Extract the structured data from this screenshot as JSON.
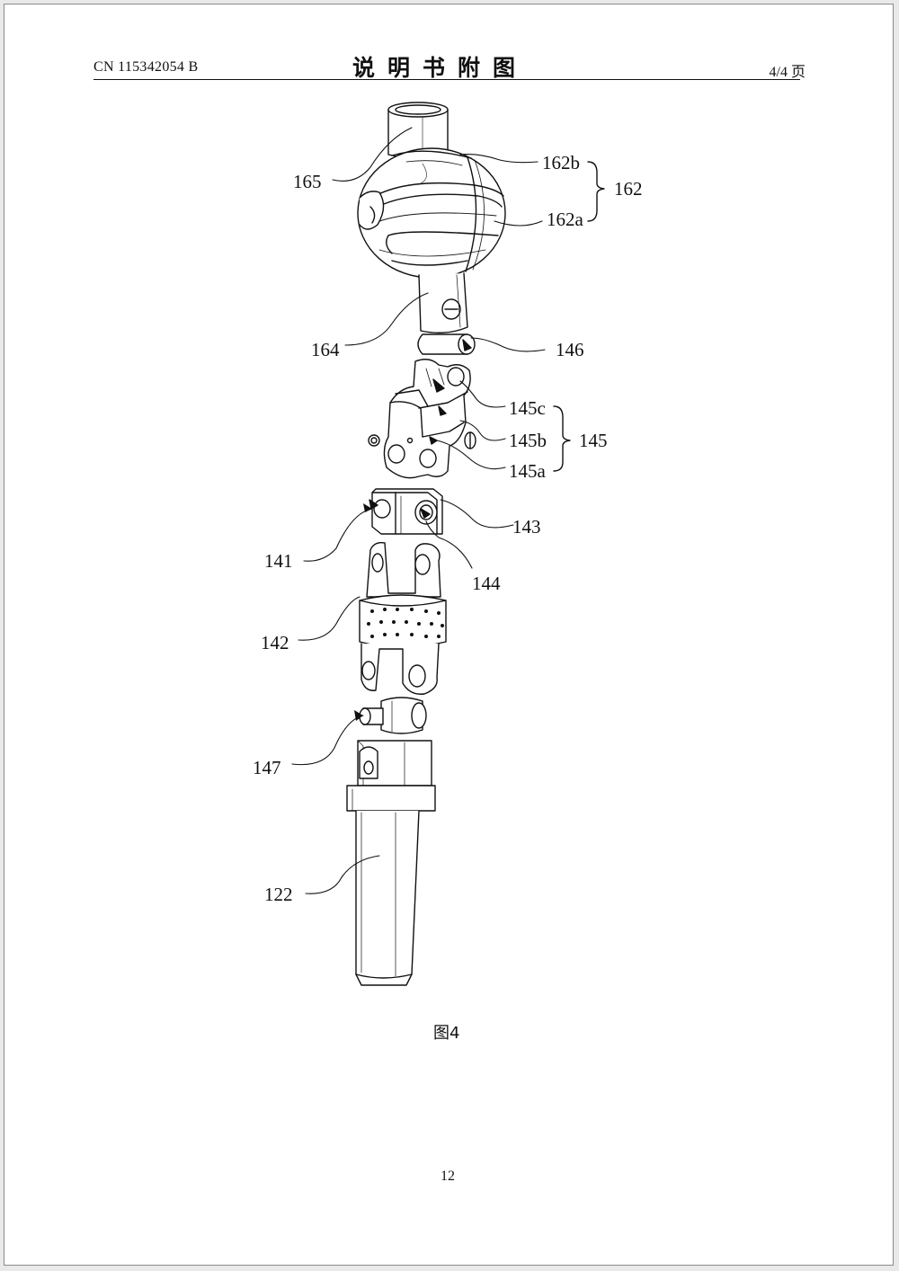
{
  "header": {
    "patent_number": "CN 115342054 B",
    "section_title": "说明书附图",
    "page_fraction": "4/4 页"
  },
  "figure": {
    "caption": "图4",
    "labels": {
      "l165": "165",
      "l162b": "162b",
      "l162": "162",
      "l162a": "162a",
      "l164": "164",
      "l146": "146",
      "l145c": "145c",
      "l145b": "145b",
      "l145": "145",
      "l145a": "145a",
      "l143": "143",
      "l141": "141",
      "l144": "144",
      "l142": "142",
      "l147": "147",
      "l122": "122"
    }
  },
  "footer": {
    "page_number": "12"
  }
}
